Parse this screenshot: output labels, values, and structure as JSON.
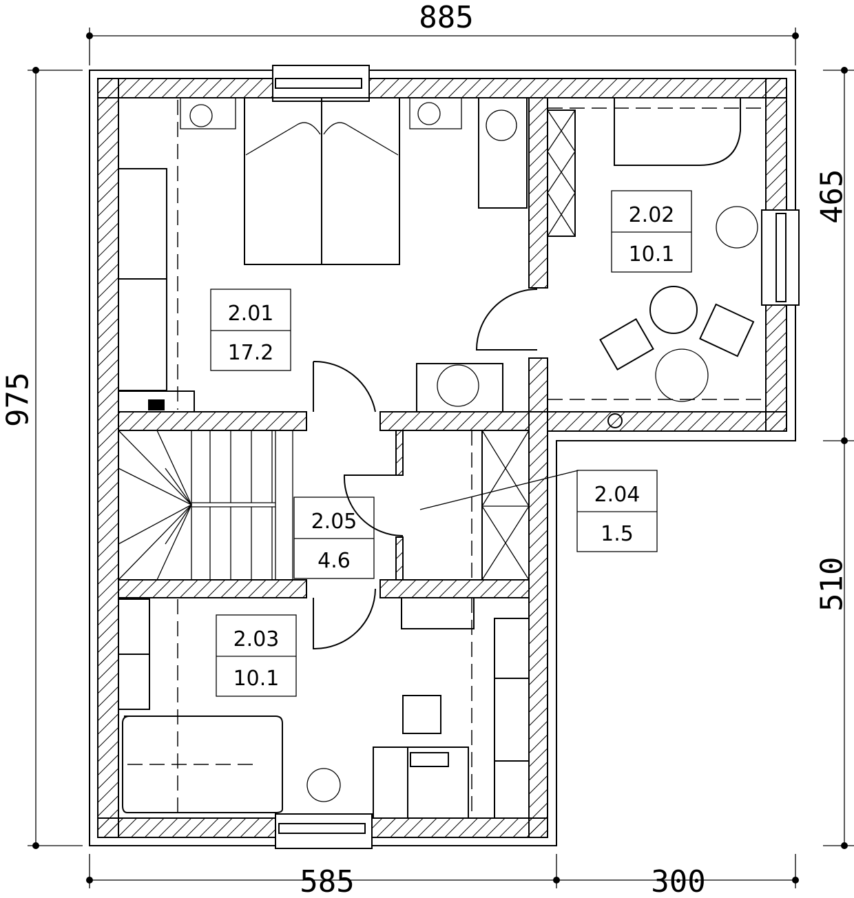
{
  "dimensions": {
    "top_total": "885",
    "left_total": "975",
    "right_upper": "465",
    "right_lower": "510",
    "bottom_left": "585",
    "bottom_right": "300"
  },
  "rooms": {
    "r201": {
      "number": "2.01",
      "area": "17.2"
    },
    "r202": {
      "number": "2.02",
      "area": "10.1"
    },
    "r203": {
      "number": "2.03",
      "area": "10.1"
    },
    "r204": {
      "number": "2.04",
      "area": "1.5"
    },
    "r205": {
      "number": "2.05",
      "area": "4.6"
    }
  },
  "colors": {
    "line": "#000000",
    "background": "#ffffff"
  }
}
